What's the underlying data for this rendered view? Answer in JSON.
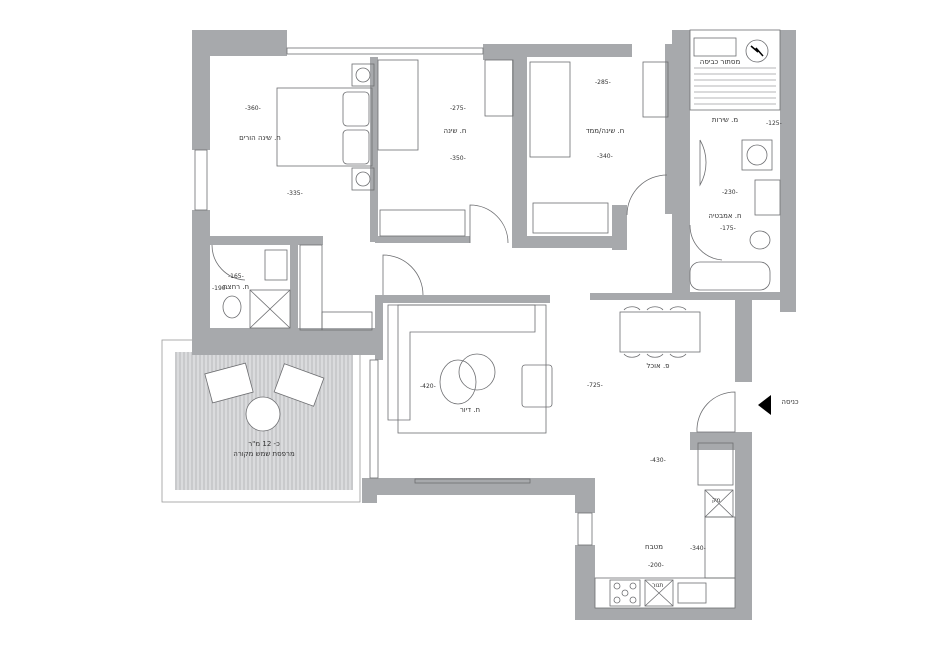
{
  "plan": {
    "colors": {
      "wall": "#a7a9ac",
      "line": "#6d6e71",
      "background": "#ffffff",
      "entry_arrow": "#000000"
    },
    "rooms": {
      "master_bedroom": {
        "label": "ח. שינה הורים",
        "dims": [
          "-360-",
          "-335-"
        ]
      },
      "bedroom": {
        "label": "ח. שינה",
        "dims": [
          "-275-",
          "-350-"
        ]
      },
      "safe_room_bedroom": {
        "label": "ח. שינה/ממד",
        "dims": [
          "-285-",
          "-340-"
        ]
      },
      "laundry_niche": {
        "label": "מסתור כביסה"
      },
      "service_room": {
        "label": "מ. שירות",
        "dims": [
          "-125-"
        ]
      },
      "bathroom": {
        "label": "ח. אמבטיה",
        "dims": [
          "-230-",
          "-175-"
        ]
      },
      "shower_room": {
        "label": "ח. רחצה",
        "dims": [
          "-165-",
          "-190-"
        ]
      },
      "living_room": {
        "label": "ח. דיור",
        "dims": [
          "-420-"
        ]
      },
      "dining": {
        "label": "פ. אוכל",
        "dims": [
          "-725-"
        ]
      },
      "entrance": {
        "label": "כניסה"
      },
      "kitchen": {
        "label": "מטבח",
        "dims": [
          "-430-",
          "-340-",
          "-200-"
        ]
      },
      "balcony": {
        "label": "מרפסת שמש מקורה",
        "area": "כ- 12 מ\"ר"
      }
    },
    "fixtures": {
      "fridge": "מק",
      "oven": "תנור"
    }
  }
}
